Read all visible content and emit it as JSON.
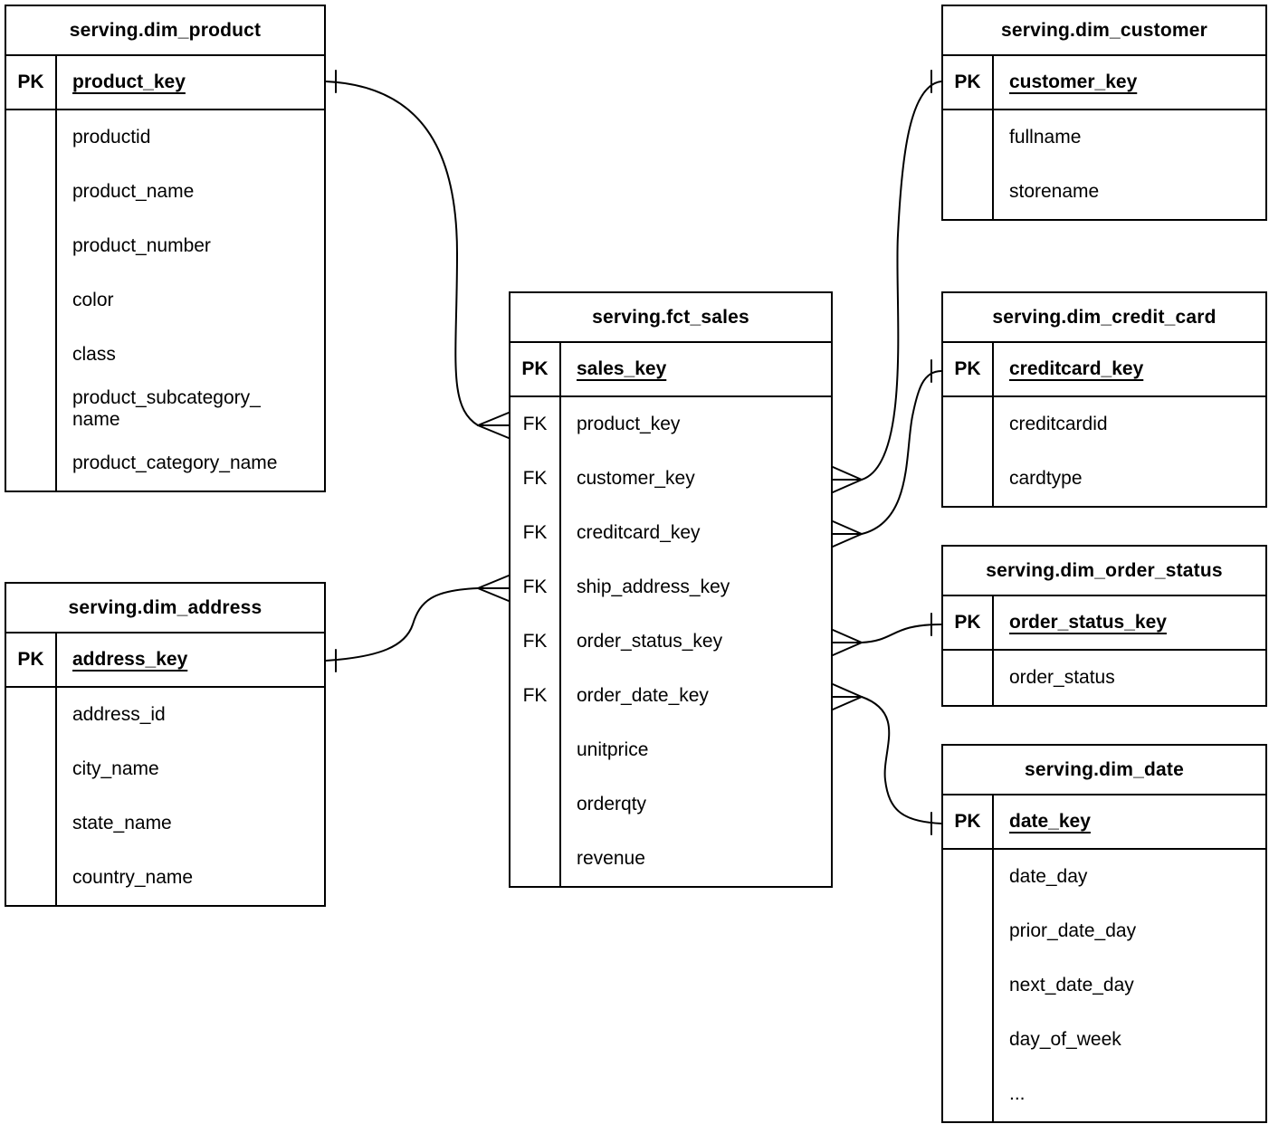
{
  "diagram": {
    "type": "entity-relationship-diagram",
    "colors": {
      "line": "#000000",
      "background": "#ffffff",
      "text": "#000000"
    },
    "tables": {
      "dim_product": {
        "title": "serving.dim_product",
        "pk": {
          "label": "PK",
          "name": "product_key"
        },
        "fields": [
          {
            "key": "",
            "name": "productid"
          },
          {
            "key": "",
            "name": "product_name"
          },
          {
            "key": "",
            "name": "product_number"
          },
          {
            "key": "",
            "name": "color"
          },
          {
            "key": "",
            "name": "class"
          },
          {
            "key": "",
            "name": "product_subcategory_\nname"
          },
          {
            "key": "",
            "name": "product_category_name"
          }
        ]
      },
      "dim_address": {
        "title": "serving.dim_address",
        "pk": {
          "label": "PK",
          "name": "address_key"
        },
        "fields": [
          {
            "key": "",
            "name": "address_id"
          },
          {
            "key": "",
            "name": "city_name"
          },
          {
            "key": "",
            "name": "state_name"
          },
          {
            "key": "",
            "name": "country_name"
          }
        ]
      },
      "fct_sales": {
        "title": "serving.fct_sales",
        "pk": {
          "label": "PK",
          "name": "sales_key"
        },
        "fields": [
          {
            "key": "FK",
            "name": "product_key"
          },
          {
            "key": "FK",
            "name": "customer_key"
          },
          {
            "key": "FK",
            "name": "creditcard_key"
          },
          {
            "key": "FK",
            "name": "ship_address_key"
          },
          {
            "key": "FK",
            "name": "order_status_key"
          },
          {
            "key": "FK",
            "name": "order_date_key"
          },
          {
            "key": "",
            "name": "unitprice"
          },
          {
            "key": "",
            "name": "orderqty"
          },
          {
            "key": "",
            "name": "revenue"
          }
        ]
      },
      "dim_customer": {
        "title": "serving.dim_customer",
        "pk": {
          "label": "PK",
          "name": "customer_key"
        },
        "fields": [
          {
            "key": "",
            "name": "fullname"
          },
          {
            "key": "",
            "name": "storename"
          }
        ]
      },
      "dim_credit_card": {
        "title": "serving.dim_credit_card",
        "pk": {
          "label": "PK",
          "name": "creditcard_key"
        },
        "fields": [
          {
            "key": "",
            "name": "creditcardid"
          },
          {
            "key": "",
            "name": "cardtype"
          }
        ]
      },
      "dim_order_status": {
        "title": "serving.dim_order_status",
        "pk": {
          "label": "PK",
          "name": "order_status_key"
        },
        "fields": [
          {
            "key": "",
            "name": "order_status"
          }
        ]
      },
      "dim_date": {
        "title": "serving.dim_date",
        "pk": {
          "label": "PK",
          "name": "date_key"
        },
        "fields": [
          {
            "key": "",
            "name": "date_day"
          },
          {
            "key": "",
            "name": "prior_date_day"
          },
          {
            "key": "",
            "name": "next_date_day"
          },
          {
            "key": "",
            "name": "day_of_week"
          },
          {
            "key": "",
            "name": "..."
          }
        ]
      }
    },
    "relationships": [
      {
        "many_side": "serving.fct_sales.product_key",
        "one_side": "serving.dim_product.product_key",
        "cardinality": "many-to-one"
      },
      {
        "many_side": "serving.fct_sales.ship_address_key",
        "one_side": "serving.dim_address.address_key",
        "cardinality": "many-to-one"
      },
      {
        "many_side": "serving.fct_sales.customer_key",
        "one_side": "serving.dim_customer.customer_key",
        "cardinality": "many-to-one"
      },
      {
        "many_side": "serving.fct_sales.creditcard_key",
        "one_side": "serving.dim_credit_card.creditcard_key",
        "cardinality": "many-to-one"
      },
      {
        "many_side": "serving.fct_sales.order_status_key",
        "one_side": "serving.dim_order_status.order_status_key",
        "cardinality": "many-to-one"
      },
      {
        "many_side": "serving.fct_sales.order_date_key",
        "one_side": "serving.dim_date.date_key",
        "cardinality": "many-to-one"
      }
    ]
  }
}
